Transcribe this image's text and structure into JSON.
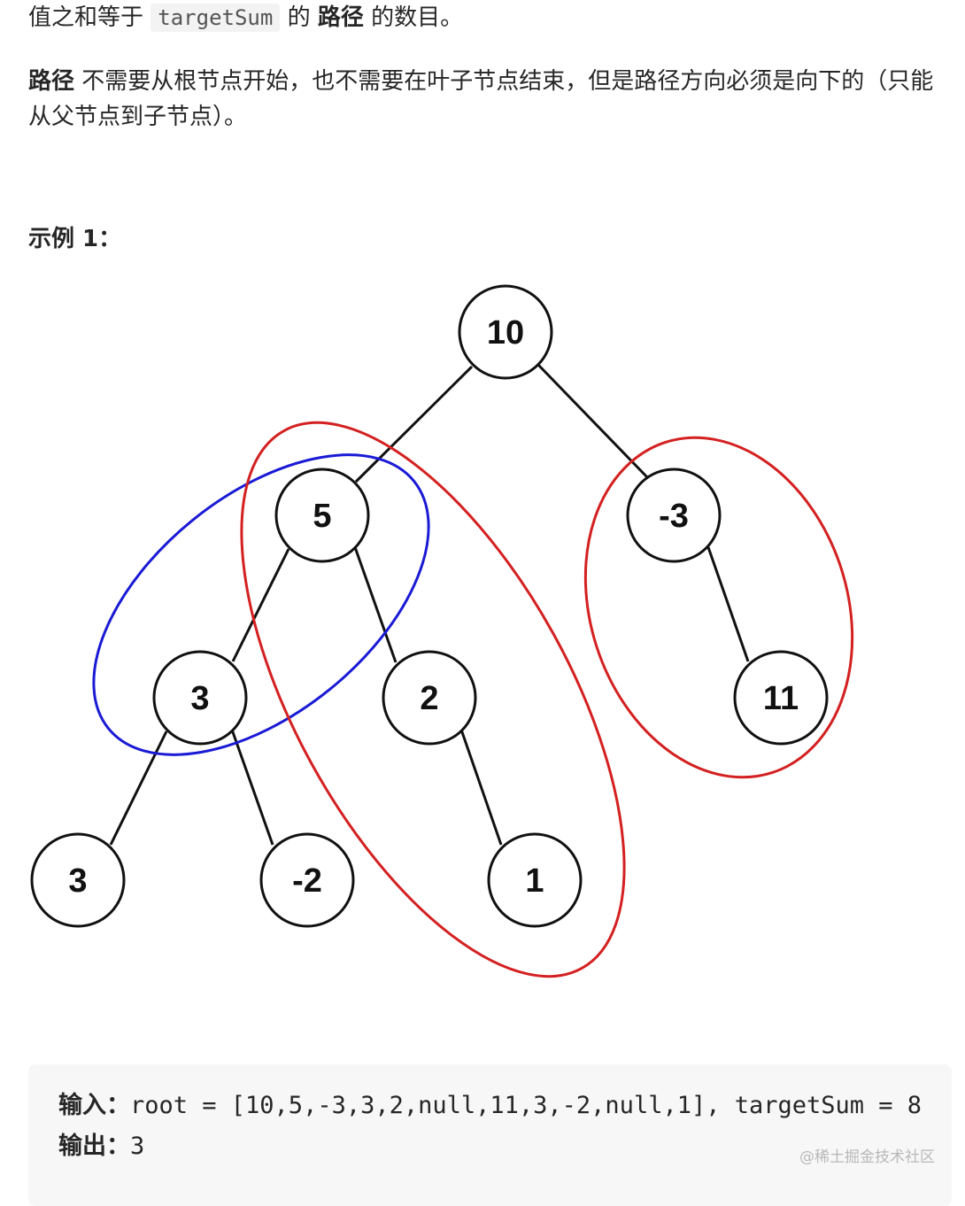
{
  "intro": {
    "line1_prefix": "值之和等于",
    "code": "targetSum",
    "line1_mid": "的",
    "line1_bold": "路径",
    "line1_suffix": "的数目。"
  },
  "note": {
    "bold": "路径",
    "text": "不需要从根节点开始，也不需要在叶子节点结束，但是路径方向必须是向下的（只能从父节点到子节点）。"
  },
  "example": {
    "title": "示例 1："
  },
  "tree": {
    "nodes": [
      {
        "id": "n10",
        "label": "10"
      },
      {
        "id": "n5",
        "label": "5"
      },
      {
        "id": "nm3",
        "label": "-3"
      },
      {
        "id": "n3a",
        "label": "3"
      },
      {
        "id": "n2",
        "label": "2"
      },
      {
        "id": "n11",
        "label": "11"
      },
      {
        "id": "n3b",
        "label": "3"
      },
      {
        "id": "nm2",
        "label": "-2"
      },
      {
        "id": "n1",
        "label": "1"
      }
    ],
    "highlight_colors": {
      "blue": "#1a1ad6",
      "red": "#d42020"
    }
  },
  "code_block": {
    "input_label": "输入：",
    "input_value": "root = [10,5,-3,3,2,null,11,3,-2,null,1], targetSum = 8",
    "output_label": "输出：",
    "output_value": "3"
  },
  "watermark": "@稀土掘金技术社区"
}
